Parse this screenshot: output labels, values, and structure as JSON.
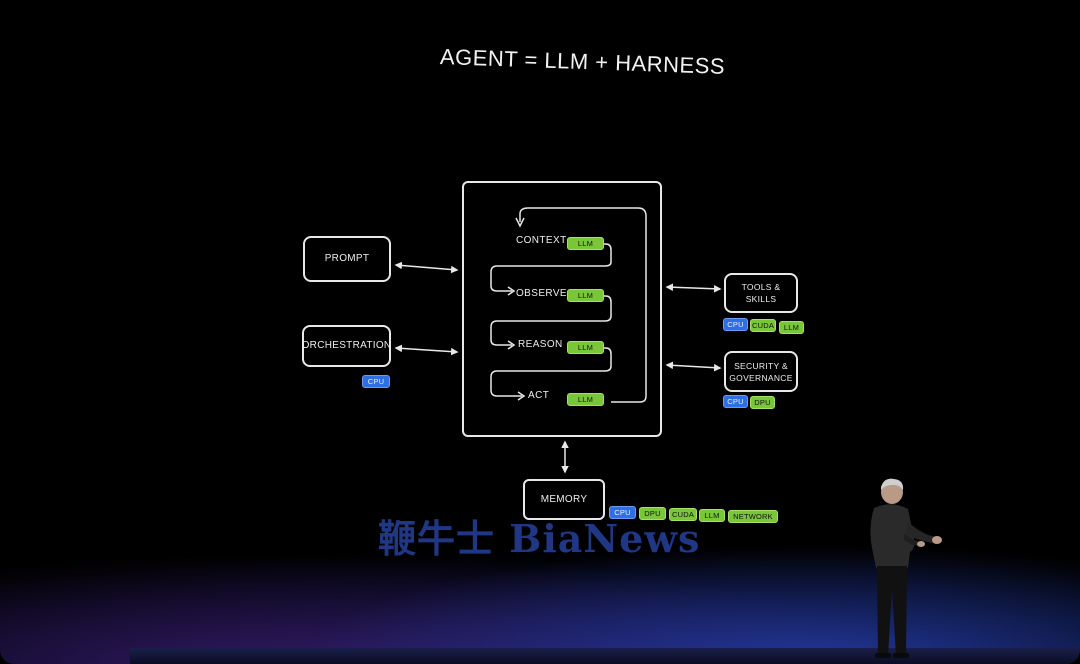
{
  "title": "AGENT = LLM + HARNESS",
  "left_boxes": {
    "prompt": "PROMPT",
    "orchestration": "ORCHESTRATION",
    "orchestration_chips": [
      "CPU"
    ]
  },
  "loop_steps": [
    {
      "label": "CONTEXT",
      "chip": "LLM"
    },
    {
      "label": "OBSERVE",
      "chip": "LLM"
    },
    {
      "label": "REASON",
      "chip": "LLM"
    },
    {
      "label": "ACT",
      "chip": "LLM"
    }
  ],
  "right_boxes": {
    "tools": "TOOLS & SKILLS",
    "tools_chips": [
      "CPU",
      "CUDA",
      "LLM"
    ],
    "security_line1": "SECURITY &",
    "security_line2": "GOVERNANCE",
    "security_chips": [
      "CPU",
      "DPU"
    ]
  },
  "memory": {
    "label": "MEMORY",
    "chips": [
      "CPU",
      "DPU",
      "CUDA",
      "LLM",
      "NETWORK"
    ]
  },
  "watermark": "鞭牛士 BiaNews",
  "colors": {
    "llm_chip": "#79c639",
    "cpu_chip": "#2f6fe4",
    "background": "#000000"
  }
}
